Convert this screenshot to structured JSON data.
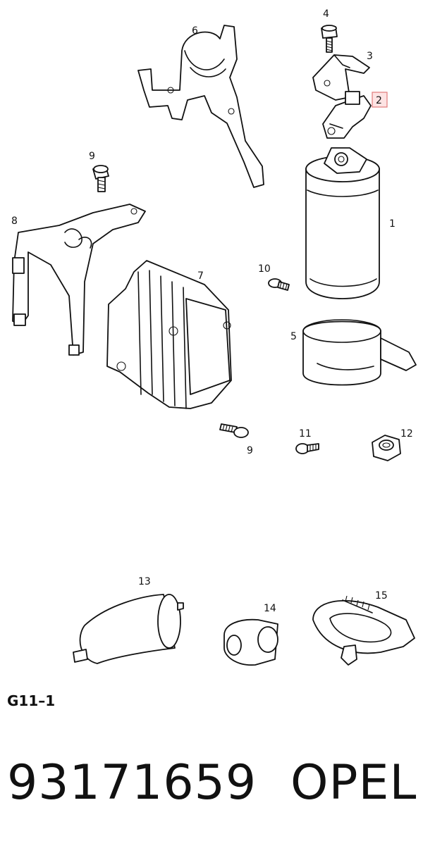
{
  "diagram_code": "G11–1",
  "part_number": "93171659",
  "brand": "OPEL",
  "highlight_color": "#e07a7a",
  "callouts": {
    "c1": "1",
    "c2": "2",
    "c3": "3",
    "c4": "4",
    "c5": "5",
    "c6": "6",
    "c7": "7",
    "c8": "8",
    "c9a": "9",
    "c9b": "9",
    "c10": "10",
    "c11": "11",
    "c12": "12",
    "c13": "13",
    "c14": "14",
    "c15": "15"
  }
}
